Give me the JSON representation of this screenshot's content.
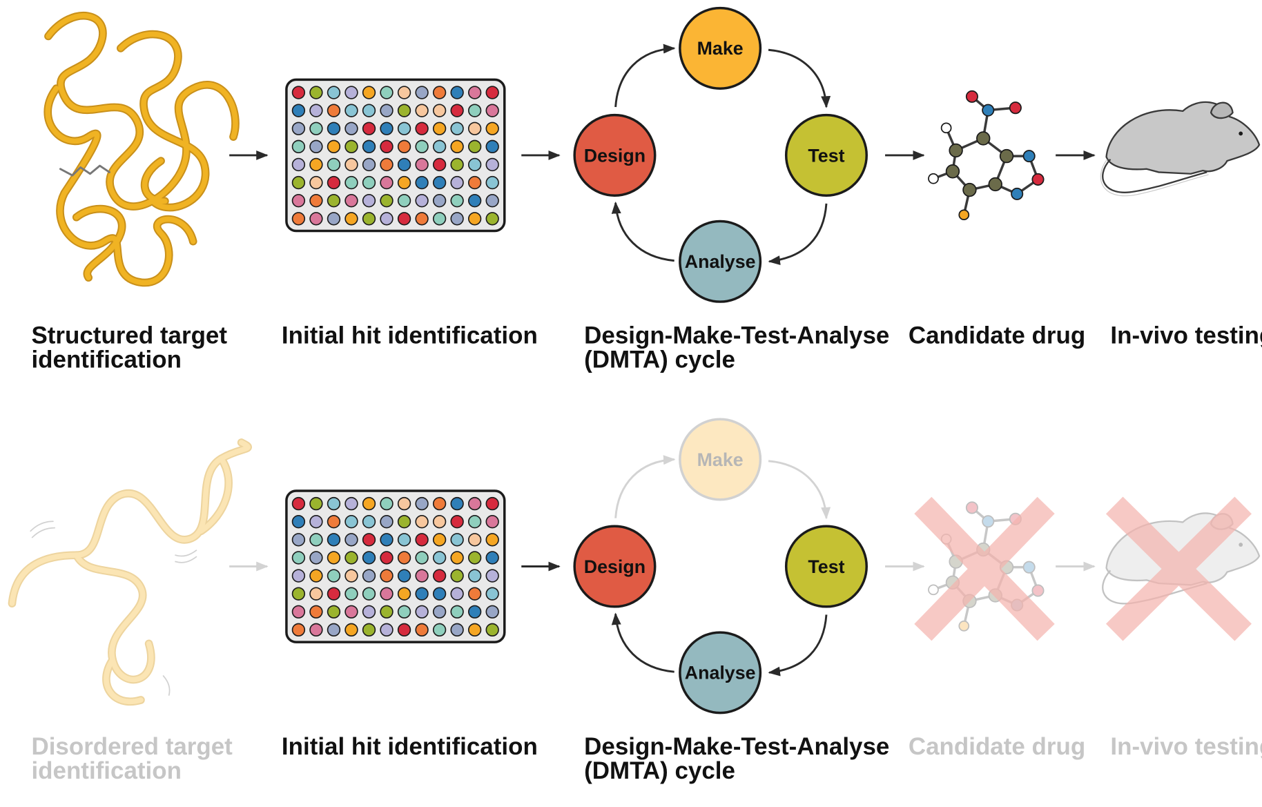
{
  "colors": {
    "protein": "#f0b323",
    "protein_dark": "#c9901a",
    "make": "#fbb534",
    "design": "#e05b44",
    "test": "#c5c133",
    "analyse": "#94b9bf",
    "arrow": "#2a2a2a",
    "arrow_faded": "#d3d3d3",
    "plate_bg": "#e9e9e9",
    "cross": "#f5b3ad",
    "mouse": "#c8c8c8",
    "well_palette": [
      "#d62b3e",
      "#f5a623",
      "#ef7b3a",
      "#9bb42e",
      "#8fcfbd",
      "#2f7fb8",
      "#89c4d4",
      "#f7c79e",
      "#d9779a",
      "#b6b1d9",
      "#98a6c6"
    ]
  },
  "rows": [
    {
      "row_id": "structured",
      "stages": [
        {
          "label_line1": "Structured target",
          "label_line2": "identification",
          "faded": false,
          "icon": "folded-protein-icon"
        },
        {
          "label_line1": "Initial hit identification",
          "label_line2": "",
          "faded": false,
          "icon": "well-plate-icon"
        },
        {
          "label_line1": "Design-Make-Test-Analyse",
          "label_line2": "(DMTA) cycle",
          "faded": false,
          "icon": "dmta-cycle-icon"
        },
        {
          "label_line1": "Candidate drug",
          "label_line2": "",
          "faded": false,
          "icon": "molecule-icon"
        },
        {
          "label_line1": "In-vivo testing",
          "label_line2": "",
          "faded": false,
          "icon": "mouse-icon"
        }
      ],
      "cycle": {
        "make": "Make",
        "design": "Design",
        "test": "Test",
        "analyse": "Analyse",
        "make_faded": false
      }
    },
    {
      "row_id": "disordered",
      "stages": [
        {
          "label_line1": "Disordered target",
          "label_line2": "identification",
          "faded": true,
          "icon": "disordered-protein-icon"
        },
        {
          "label_line1": "Initial hit identification",
          "label_line2": "",
          "faded": false,
          "icon": "well-plate-icon"
        },
        {
          "label_line1": "Design-Make-Test-Analyse",
          "label_line2": "(DMTA) cycle",
          "faded": false,
          "icon": "dmta-cycle-icon"
        },
        {
          "label_line1": "Candidate drug",
          "label_line2": "",
          "faded": true,
          "icon": "molecule-icon",
          "crossed_out": true
        },
        {
          "label_line1": "In-vivo testing",
          "label_line2": "",
          "faded": true,
          "icon": "mouse-icon",
          "crossed_out": true
        }
      ],
      "cycle": {
        "make": "Make",
        "design": "Design",
        "test": "Test",
        "analyse": "Analyse",
        "make_faded": true
      }
    }
  ]
}
